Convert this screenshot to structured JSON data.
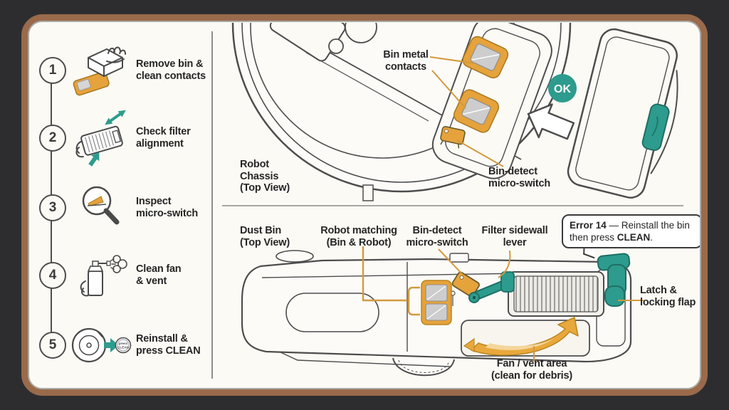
{
  "colors": {
    "outer_background": "#2d2d30",
    "frame_brown": "#9a6a4b",
    "canvas": "#fbfaf5",
    "line_dark": "#4d4d4d",
    "accent_orange": "#e6a23b",
    "leader_orange": "#d29a3e",
    "accent_teal": "#2d9b8d",
    "metal_gray": "#cdcdcd"
  },
  "steps": [
    {
      "num": "1",
      "icon": "wipe-contacts-icon",
      "lines": [
        "Remove bin &",
        "clean contacts"
      ]
    },
    {
      "num": "2",
      "icon": "filter-alignment-icon",
      "lines": [
        "Check filter",
        "alignment"
      ]
    },
    {
      "num": "3",
      "icon": "magnifier-micro-switch-icon",
      "lines": [
        "Inspect",
        "micro-switch"
      ]
    },
    {
      "num": "4",
      "icon": "spray-can-icon",
      "lines": [
        "Clean fan",
        "& vent"
      ]
    },
    {
      "num": "5",
      "icon": "reinstall-robot-icon",
      "lines": [
        "Reinstall &",
        "press CLEAN"
      ],
      "button_lines": [
        "press",
        "CLEAN"
      ]
    }
  ],
  "top_diagram": {
    "ok_badge": "OK",
    "chassis_label_lines": [
      "Robot",
      "Chassis",
      "(Top View)"
    ],
    "bin_metal_contacts_lines": [
      "Bin metal",
      "contacts"
    ],
    "bin_detect_lines": [
      "Bin-detect",
      "micro-switch"
    ]
  },
  "bottom_diagram": {
    "dust_bin_lines": [
      "Dust Bin",
      "(Top View)"
    ],
    "robot_matching_lines": [
      "Robot matching",
      "(Bin & Robot)"
    ],
    "bin_detect_lines": [
      "Bin-detect",
      "micro-switch"
    ],
    "filter_lever_lines": [
      "Filter sidewall",
      "lever"
    ],
    "latch_lines": [
      "Latch &",
      "locking flap"
    ],
    "fan_lines": [
      "Fan / vent area",
      "(clean for debris)"
    ],
    "error_callout": {
      "bold_lead": "Error 14",
      "dash": " — ",
      "text": "Reinstall the bin then press ",
      "bold_key": "CLEAN",
      "period": "."
    }
  }
}
